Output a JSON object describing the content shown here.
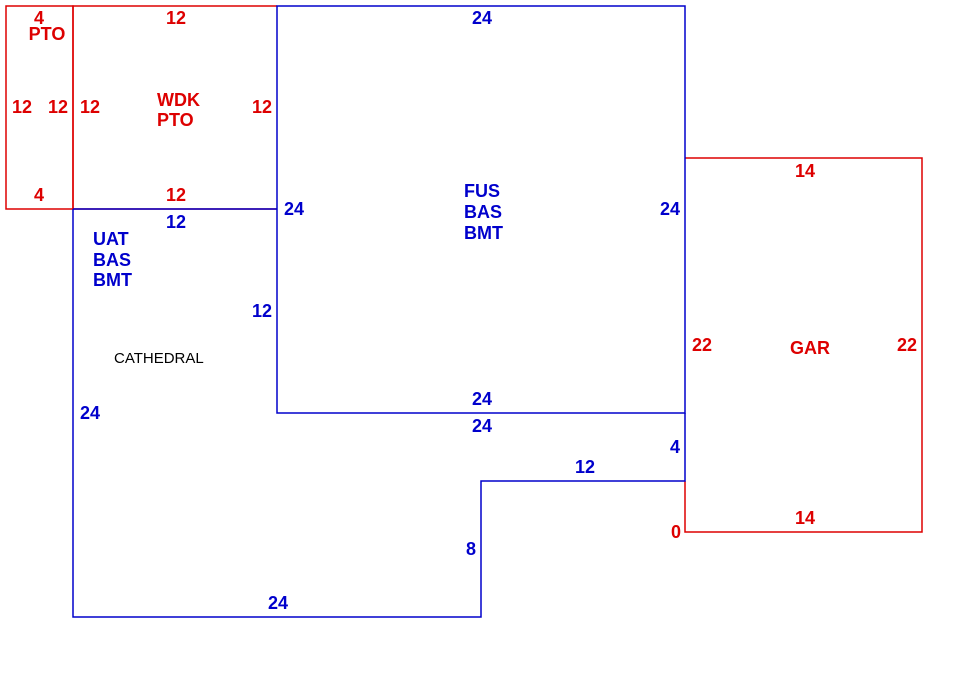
{
  "colors": {
    "living": "#0000cc",
    "other": "#dd0000",
    "note": "#000000"
  },
  "areas": {
    "pto_small": {
      "lines": [
        "PTO"
      ],
      "dims": [
        "4",
        "12",
        "4",
        "12"
      ]
    },
    "wdk_pto": {
      "lines": [
        "WDK",
        "PTO"
      ],
      "dims": [
        "12",
        "12",
        "12",
        "12"
      ]
    },
    "fus": {
      "lines": [
        "FUS",
        "BAS",
        "BMT"
      ],
      "dims": [
        "24",
        "24",
        "24",
        "24"
      ]
    },
    "uat": {
      "lines": [
        "UAT",
        "BAS",
        "BMT"
      ],
      "dims": [
        "12",
        "12",
        "24",
        "24",
        "24",
        "12",
        "4",
        "8",
        "24"
      ]
    },
    "gar": {
      "lines": [
        "GAR"
      ],
      "dims": [
        "14",
        "22",
        "14",
        "22",
        "0"
      ]
    }
  },
  "notes": {
    "cathedral": "CATHEDRAL"
  }
}
